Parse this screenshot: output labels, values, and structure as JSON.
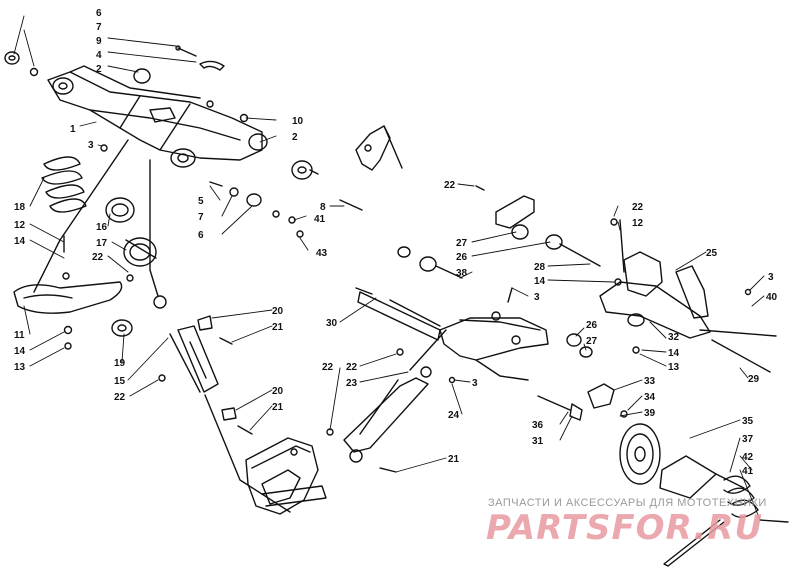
{
  "callouts": [
    {
      "id": "c-6a",
      "text": "6"
    },
    {
      "id": "c-7a",
      "text": "7"
    },
    {
      "id": "c-9",
      "text": "9"
    },
    {
      "id": "c-4",
      "text": "4"
    },
    {
      "id": "c-2a",
      "text": "2"
    },
    {
      "id": "c-1",
      "text": "1"
    },
    {
      "id": "c-3a",
      "text": "3"
    },
    {
      "id": "c-10",
      "text": "10"
    },
    {
      "id": "c-2b",
      "text": "2"
    },
    {
      "id": "c-8",
      "text": "8"
    },
    {
      "id": "c-5",
      "text": "5"
    },
    {
      "id": "c-7b",
      "text": "7"
    },
    {
      "id": "c-6b",
      "text": "6"
    },
    {
      "id": "c-41a",
      "text": "41"
    },
    {
      "id": "c-43",
      "text": "43"
    },
    {
      "id": "c-18",
      "text": "18"
    },
    {
      "id": "c-12a",
      "text": "12"
    },
    {
      "id": "c-14a",
      "text": "14"
    },
    {
      "id": "c-16",
      "text": "16"
    },
    {
      "id": "c-17",
      "text": "17"
    },
    {
      "id": "c-22a",
      "text": "22"
    },
    {
      "id": "c-11",
      "text": "11"
    },
    {
      "id": "c-14b",
      "text": "14"
    },
    {
      "id": "c-13a",
      "text": "13"
    },
    {
      "id": "c-19",
      "text": "19"
    },
    {
      "id": "c-15",
      "text": "15"
    },
    {
      "id": "c-22b",
      "text": "22"
    },
    {
      "id": "c-20a",
      "text": "20"
    },
    {
      "id": "c-21a",
      "text": "21"
    },
    {
      "id": "c-20b",
      "text": "20"
    },
    {
      "id": "c-21b",
      "text": "21"
    },
    {
      "id": "c-22c",
      "text": "22"
    },
    {
      "id": "c-27a",
      "text": "27"
    },
    {
      "id": "c-26a",
      "text": "26"
    },
    {
      "id": "c-38",
      "text": "38"
    },
    {
      "id": "c-28",
      "text": "28"
    },
    {
      "id": "c-14c",
      "text": "14"
    },
    {
      "id": "c-3b",
      "text": "3"
    },
    {
      "id": "c-22d",
      "text": "22"
    },
    {
      "id": "c-12b",
      "text": "12"
    },
    {
      "id": "c-25",
      "text": "25"
    },
    {
      "id": "c-3c",
      "text": "3"
    },
    {
      "id": "c-40",
      "text": "40"
    },
    {
      "id": "c-30",
      "text": "30"
    },
    {
      "id": "c-26b",
      "text": "26"
    },
    {
      "id": "c-27b",
      "text": "27"
    },
    {
      "id": "c-32",
      "text": "32"
    },
    {
      "id": "c-14d",
      "text": "14"
    },
    {
      "id": "c-13b",
      "text": "13"
    },
    {
      "id": "c-29",
      "text": "29"
    },
    {
      "id": "c-22e",
      "text": "22"
    },
    {
      "id": "c-23",
      "text": "23"
    },
    {
      "id": "c-3d",
      "text": "3"
    },
    {
      "id": "c-24",
      "text": "24"
    },
    {
      "id": "c-33",
      "text": "33"
    },
    {
      "id": "c-34",
      "text": "34"
    },
    {
      "id": "c-39",
      "text": "39"
    },
    {
      "id": "c-36",
      "text": "36"
    },
    {
      "id": "c-31",
      "text": "31"
    },
    {
      "id": "c-22f",
      "text": "22"
    },
    {
      "id": "c-21c",
      "text": "21"
    },
    {
      "id": "c-35",
      "text": "35"
    },
    {
      "id": "c-37",
      "text": "37"
    },
    {
      "id": "c-42",
      "text": "42"
    },
    {
      "id": "c-41b",
      "text": "41"
    }
  ],
  "watermark": {
    "tagline": "ЗАПЧАСТИ И АКСЕССУАРЫ ДЛЯ МОТОТЕХНИКИ",
    "logo": "PARTSFOR.RU"
  },
  "colors": {
    "ink": "#111111",
    "watermark_gray": "#9a9a9a",
    "watermark_red": "#e89aa2",
    "background": "#ffffff"
  }
}
